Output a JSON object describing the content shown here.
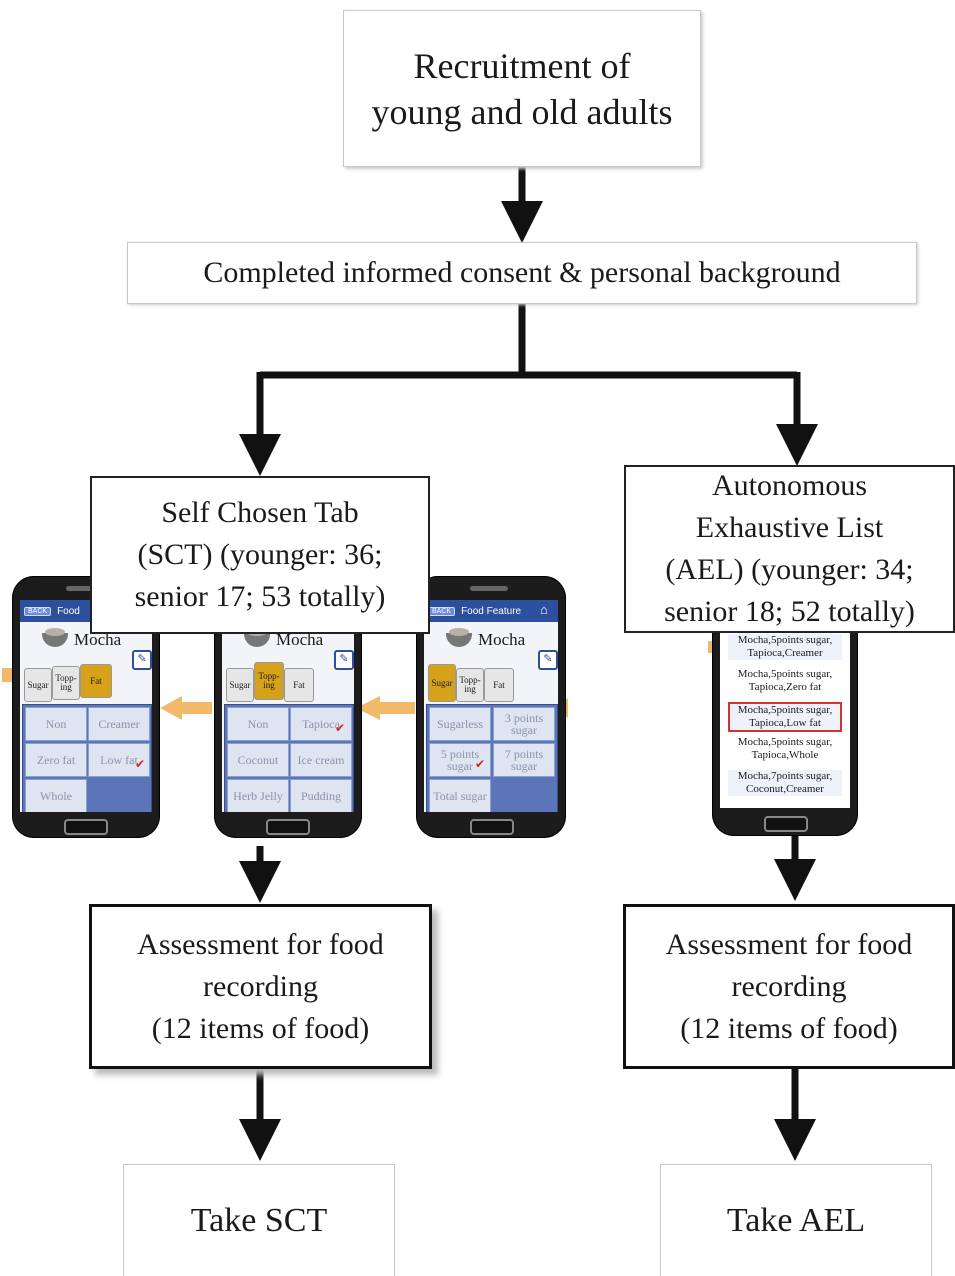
{
  "recruitment": {
    "label": "Recruitment of\nyoung and old adults"
  },
  "consent": {
    "label": "Completed informed consent & personal background"
  },
  "sct": {
    "label": "Self Chosen Tab\n(SCT) (younger: 36;\nsenior 17; 53 totally)"
  },
  "ael": {
    "label": "Autonomous\nExhaustive List\n(AEL) (younger: 34;\nsenior 18; 52 totally)"
  },
  "assess_left": {
    "label": "Assessment for food\nrecording\n(12 items of food)"
  },
  "assess_right": {
    "label": "Assessment for food\nrecording\n(12 items of food)"
  },
  "take_sct": {
    "label": "Take SCT"
  },
  "take_ael": {
    "label": "Take AEL"
  },
  "phone1": {
    "back": "BACK",
    "title": "Food",
    "food": "Mocha",
    "tabs": [
      "Sugar",
      "Topp-\ning",
      "Fat"
    ],
    "cells": [
      "Non",
      "Creamer",
      "Zero fat",
      "Low fat",
      "Whole"
    ]
  },
  "phone2": {
    "food": "Mocha",
    "tabs": [
      "Sugar",
      "Topp-\ning",
      "Fat"
    ],
    "cells": [
      "Non",
      "Tapioca",
      "Coconut",
      "Ice cream",
      "Herb Jelly",
      "Pudding"
    ]
  },
  "phone3": {
    "back": "BACK",
    "title": "Food Feature",
    "food": "Mocha",
    "tabs": [
      "Sugar",
      "Topp-\ning",
      "Fat"
    ],
    "cells": [
      "Sugarless",
      "3 points\nsugar",
      "5 points\nsugar",
      "7 points\nsugar",
      "Total sugar"
    ]
  },
  "phone4": {
    "items": [
      "Mocha,5points sugar,\nTapioca,Creamer",
      "Mocha,5points sugar,\nTapioca,Zero fat",
      "Mocha,5points sugar,\nTapioca,Low fat",
      "Mocha,5points sugar,\nTapioca,Whole",
      "Mocha,7points sugar,\nCoconut,Creamer"
    ]
  },
  "colors": {
    "orange_arrow": "#f2b96a",
    "tab_selected": "#d6a21a",
    "grid_bg": "#5b75b8",
    "titlebar": "#2c4f9e"
  }
}
